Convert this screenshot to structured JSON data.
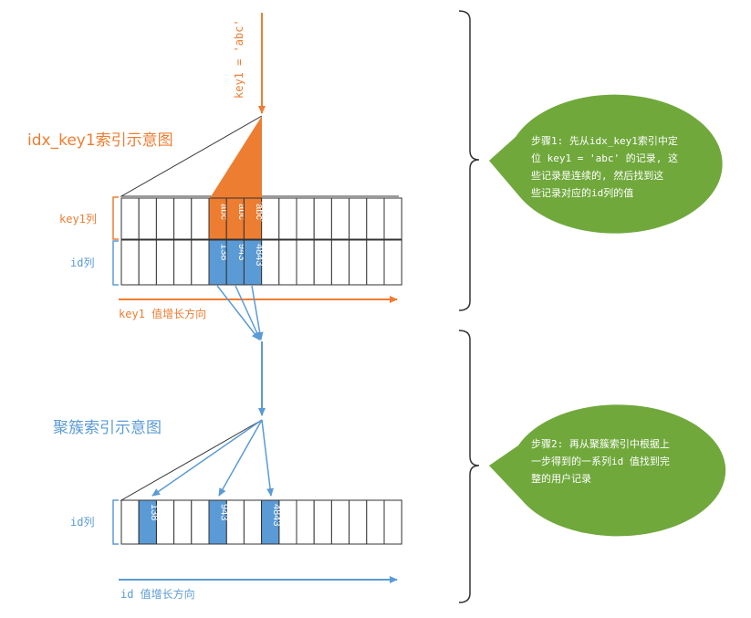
{
  "colors": {
    "orange": "#ED7D31",
    "blue": "#5B9BD5",
    "green": "#70A83C",
    "line": "#333333"
  },
  "top_arrow_label": "key1 = 'abc'",
  "idx_title": "idx_key1索引示意图",
  "idx_key_label": "key1列",
  "idx_id_label": "id列",
  "idx_direction_label": "key1 值增长方向",
  "idx_key_values": [
    "'abc'",
    "'abc'",
    "'abc'"
  ],
  "idx_id_values": [
    "138",
    "943",
    "4843"
  ],
  "cluster_title": "聚簇索引示意图",
  "cluster_id_label": "id列",
  "cluster_direction_label": "id 值增长方向",
  "cluster_id_values": [
    "138",
    "943",
    "4843"
  ],
  "step1": {
    "lines": [
      "步骤1: 先从idx_key1索引中定",
      "位 key1 = 'abc' 的记录, 这",
      "些记录是连续的, 然后找到这",
      "些记录对应的id列的值"
    ]
  },
  "step2": {
    "lines": [
      "步骤2: 再从聚簇索引中根据上",
      "一步得到的一系列id 值找到完",
      "整的用户记录"
    ]
  }
}
